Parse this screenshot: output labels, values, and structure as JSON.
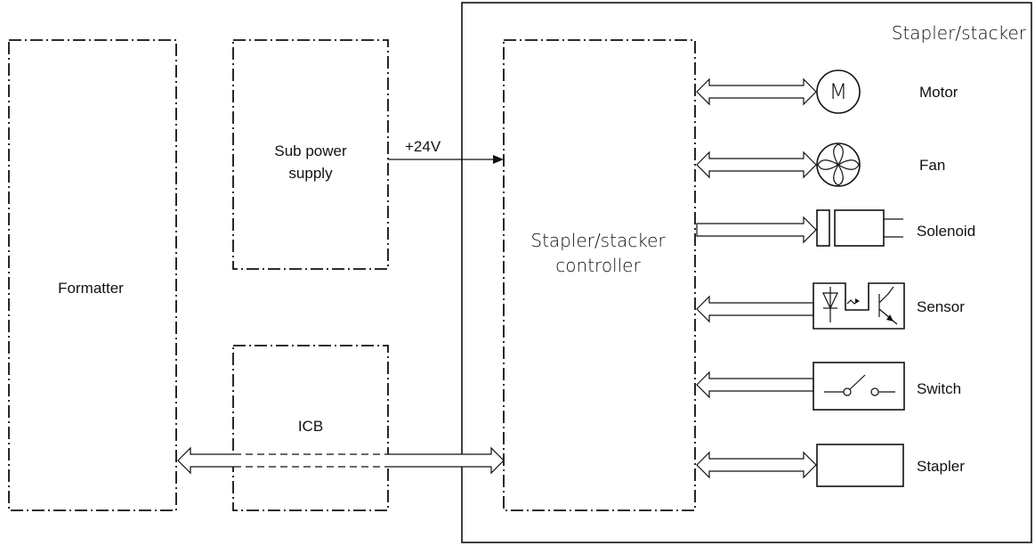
{
  "blocks": {
    "formatter": "Formatter",
    "sub_power_line1": "Sub power",
    "sub_power_line2": "supply",
    "icb": "ICB",
    "controller_line1": "Stapler/stacker",
    "controller_line2": "controller",
    "region_title": "Stapler/stacker"
  },
  "signals": {
    "power": "+24V"
  },
  "components": {
    "motor": "Motor",
    "motor_symbol": "M",
    "fan": "Fan",
    "solenoid": "Solenoid",
    "sensor": "Sensor",
    "switch": "Switch",
    "stapler": "Stapler"
  }
}
